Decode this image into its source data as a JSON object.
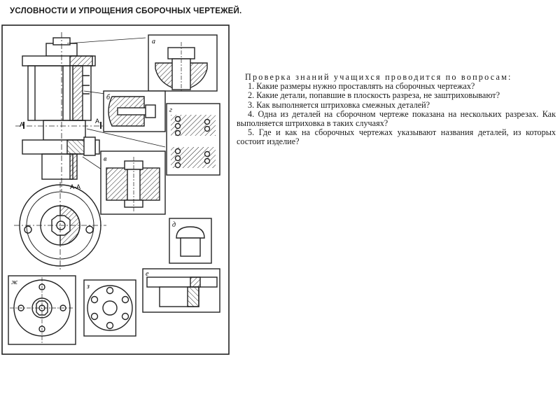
{
  "header": {
    "title": "УСЛОВНОСТИ И УПРОЩЕНИЯ СБОРОЧНЫХ ЧЕРТЕЖЕЙ."
  },
  "figure": {
    "labels": {
      "a": "а",
      "b": "б",
      "v": "в",
      "g": "г",
      "d": "д",
      "e": "е",
      "zh": "ж",
      "z": "з",
      "section": "А-А",
      "cut_left": "А",
      "cut_right": "А"
    }
  },
  "questions": {
    "heading": "Проверка знаний учащихся проводится по вопросам:",
    "items": [
      "1. Какие размеры нужно проставлять на сборочных чертежах?",
      "2. Какие детали, попавшие в плоскость разреза, не заштриховывают?",
      "3. Как выполняется штриховка смежных деталей?",
      "4. Одна из деталей на сборочном чертеже показана на нескольких разрезах. Как выполняется штриховка в таких случаях?",
      "5. Где и как на сборочных чертежах указывают названия деталей, из которых состоит изделие?"
    ]
  }
}
